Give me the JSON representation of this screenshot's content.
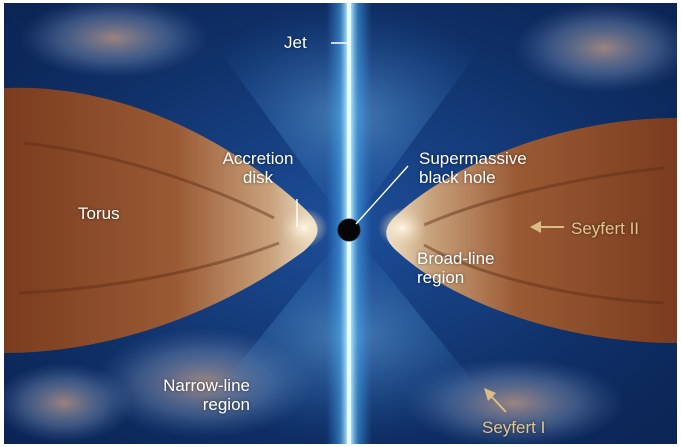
{
  "diagram": {
    "labels": {
      "jet": "Jet",
      "accretion_disk": "Accretion\ndisk",
      "supermassive_black_hole": "Supermassive\nblack hole",
      "torus": "Torus",
      "seyfert_2": "Seyfert II",
      "broad_line_region": "Broad-line\nregion",
      "narrow_line_region": "Narrow-line\nregion",
      "seyfert_1": "Seyfert I"
    },
    "colors": {
      "background_space": "#0c2a5c",
      "torus": "#8a4a26",
      "jet": "#9fe3ff",
      "black_hole": "#050505",
      "annotation_gold": "#d9bd86",
      "label_white": "#ffffff"
    }
  }
}
